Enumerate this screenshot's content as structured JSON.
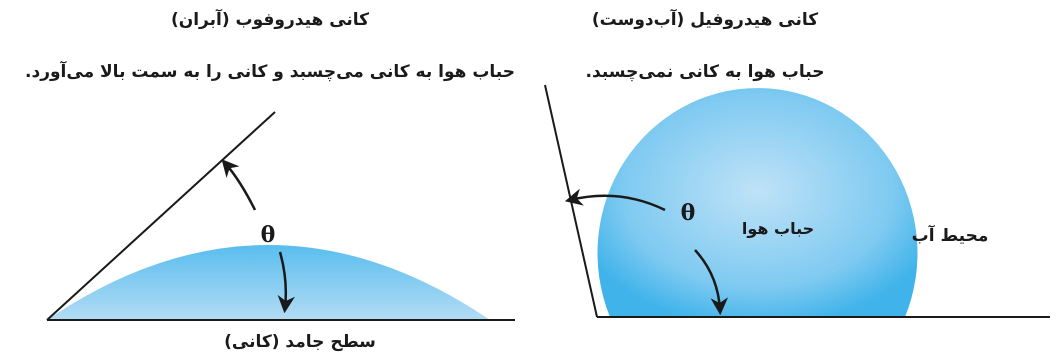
{
  "left_panel": {
    "title": "کانی هیدروفوب (آبران)",
    "description": "حباب هوا به کانی می‌چسبد و کانی را به سمت بالا می‌آورد.",
    "angle_symbol": "θ",
    "surface_label": "سطح جامد (کانی)"
  },
  "right_panel": {
    "title": "کانی هیدروفیل (آب‌دوست)",
    "description": "حباب هوا به کانی نمی‌چسبد.",
    "angle_symbol": "θ",
    "bubble_label": "حباب هوا",
    "medium_label": "محیط آب"
  },
  "colors": {
    "bubble_light": "#b3dcf5",
    "bubble_dark": "#3fb3ea",
    "line": "#1a1a1a"
  }
}
